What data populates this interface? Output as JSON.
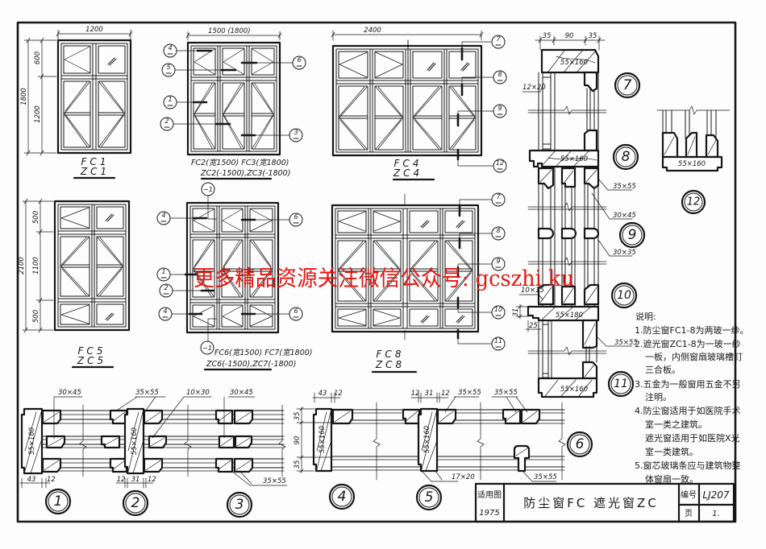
{
  "sheet": {
    "applicable_label": "适用图",
    "year": "1975",
    "title": "防尘窗FC 遮光窗ZC",
    "code_label": "编号",
    "code": "LJ207",
    "page_label": "页",
    "page": "1."
  },
  "watermark": {
    "text": "更多精品资源关注微信公众号: gcszhi ku",
    "color": "#e8140f"
  },
  "elevations": {
    "fc1": {
      "fc": "FC1",
      "zc": "ZC1",
      "width": "1200",
      "height": "1800",
      "upper": "600",
      "lower": "1200"
    },
    "fc2": {
      "fc": "FC2(宽1500) FC3(宽1800)",
      "zc": "ZC2(-1500),ZC3(-1800)",
      "width": "1500  (1800)",
      "callouts": [
        "4",
        "5",
        "1",
        "2",
        "6",
        "3"
      ]
    },
    "fc4": {
      "fc": "FC4",
      "zc": "ZC4",
      "width": "2400",
      "callouts": [
        "7",
        "8",
        "9",
        "12"
      ]
    },
    "fc5": {
      "fc": "FC5",
      "zc": "ZC5",
      "height": "2100",
      "upper": "500",
      "middle": "1100",
      "lower": "500"
    },
    "fc6": {
      "fc": "FC6(宽1500) FC7(宽1800)",
      "zc": "ZC6(-1500),ZC7(-1800)",
      "callouts": [
        "4",
        "1",
        "2",
        "4",
        "6",
        "6"
      ],
      "section_marker": "∽1"
    },
    "fc8": {
      "fc": "FC8",
      "zc": "ZC8",
      "callouts": [
        "7",
        "8",
        "9",
        "10",
        "11"
      ]
    }
  },
  "section_details": {
    "markers": [
      "1",
      "2",
      "3",
      "4",
      "5",
      "6",
      "7",
      "8",
      "9",
      "10",
      "11",
      "12"
    ],
    "vertical": {
      "dim_left": "35",
      "dim_mid": "90",
      "dim_right": "35",
      "head": "55×160",
      "bead_top": "12×20",
      "sill": "55×160",
      "stile": "35×55",
      "mullion": "30×45",
      "bar": "30×35",
      "bead": "10×15",
      "transom": "55×180",
      "dim_31": "31",
      "dim_25": "25",
      "stile_lower": "35×55",
      "bottom": "55×160"
    },
    "detail12": {
      "sill": "55×160"
    },
    "horizontal_1_3": {
      "frame_1": "55×160",
      "frame_2": "55×160",
      "mullion_top": "30×45",
      "stile_pair": "35×55",
      "bead": "10×30",
      "mullion_right": "30×45",
      "stile_bottom": "35×55",
      "dim_1a": "43",
      "dim_1b": "12",
      "dim_2a": "12",
      "dim_2b": "31",
      "dim_2c": "12"
    },
    "horizontal_4_6": {
      "frame_4": "55×160",
      "frame_5": "55×160",
      "dim_4a": "43",
      "dim_4b": "12",
      "dim_4v1": "35",
      "dim_4v2": "90",
      "dim_4v3": "35",
      "dim_5a": "12",
      "dim_5b": "31",
      "dim_5c": "12",
      "stile_5": "35×55",
      "bead_5": "17×20",
      "stile_6_top": "35×55",
      "stile_6_bottom": "35×55"
    }
  },
  "notes": {
    "heading": "说明:",
    "lines": [
      "1.防尘窗FC1-8为两玻一纱。",
      "2.遮光窗ZC1-8为一玻一纱",
      "一板，内侧窗扇玻璃槽钉",
      "三合板。",
      "3.五金为一般窗用五金不另",
      "注明。",
      "4.防尘窗适用于如医院手术",
      "室一类之建筑。",
      "遮光窗适用于如医院X光",
      "室一类建筑。",
      "5.窗芯玻璃条应与建筑物整",
      "体窗扇一致。"
    ]
  },
  "colors": {
    "ink": "#161616",
    "paper": "#fdfdfd",
    "watermark": "#e8140f"
  }
}
